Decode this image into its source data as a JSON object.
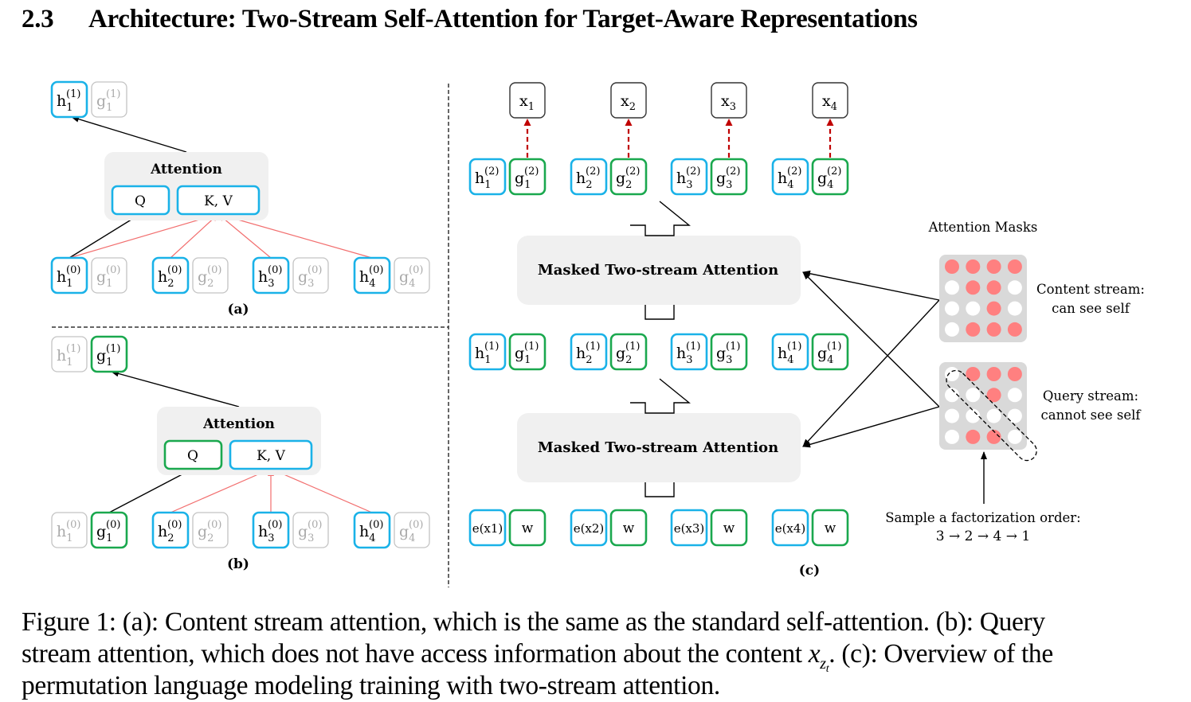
{
  "heading": {
    "number": "2.3",
    "title": "Architecture: Two-Stream Self-Attention for Target-Aware Representations"
  },
  "colors": {
    "content_stream": "#1ab2e8",
    "query_stream": "#1aa84e",
    "inactive": "#c4c4c4",
    "kv_edge": "#f26f6f",
    "target_edge": "#c00000",
    "mask_visible": "#ff8080",
    "mask_bg": "#d9d9d9",
    "block_bg": "#f0f0f0"
  },
  "panel_a": {
    "label": "(a)",
    "attention_title": "Attention",
    "q_label": "Q",
    "kv_label": "K, V",
    "output": [
      {
        "sym": "h",
        "sub": "1",
        "sup": "(1)",
        "state": "content"
      },
      {
        "sym": "g",
        "sub": "1",
        "sup": "(1)",
        "state": "inactive"
      }
    ],
    "inputs": [
      {
        "h": {
          "sym": "h",
          "sub": "1",
          "sup": "(0)",
          "state": "content"
        },
        "g": {
          "sym": "g",
          "sub": "1",
          "sup": "(0)",
          "state": "inactive"
        }
      },
      {
        "h": {
          "sym": "h",
          "sub": "2",
          "sup": "(0)",
          "state": "content"
        },
        "g": {
          "sym": "g",
          "sub": "2",
          "sup": "(0)",
          "state": "inactive"
        }
      },
      {
        "h": {
          "sym": "h",
          "sub": "3",
          "sup": "(0)",
          "state": "content"
        },
        "g": {
          "sym": "g",
          "sub": "3",
          "sup": "(0)",
          "state": "inactive"
        }
      },
      {
        "h": {
          "sym": "h",
          "sub": "4",
          "sup": "(0)",
          "state": "content"
        },
        "g": {
          "sym": "g",
          "sub": "4",
          "sup": "(0)",
          "state": "inactive"
        }
      }
    ]
  },
  "panel_b": {
    "label": "(b)",
    "attention_title": "Attention",
    "q_label": "Q",
    "kv_label": "K, V",
    "output": [
      {
        "sym": "h",
        "sub": "1",
        "sup": "(1)",
        "state": "inactive"
      },
      {
        "sym": "g",
        "sub": "1",
        "sup": "(1)",
        "state": "query"
      }
    ],
    "inputs": [
      {
        "h": {
          "sym": "h",
          "sub": "1",
          "sup": "(0)",
          "state": "inactive"
        },
        "g": {
          "sym": "g",
          "sub": "1",
          "sup": "(0)",
          "state": "query"
        }
      },
      {
        "h": {
          "sym": "h",
          "sub": "2",
          "sup": "(0)",
          "state": "content"
        },
        "g": {
          "sym": "g",
          "sub": "2",
          "sup": "(0)",
          "state": "inactive"
        }
      },
      {
        "h": {
          "sym": "h",
          "sub": "3",
          "sup": "(0)",
          "state": "content"
        },
        "g": {
          "sym": "g",
          "sub": "3",
          "sup": "(0)",
          "state": "inactive"
        }
      },
      {
        "h": {
          "sym": "h",
          "sub": "4",
          "sup": "(0)",
          "state": "content"
        },
        "g": {
          "sym": "g",
          "sub": "4",
          "sup": "(0)",
          "state": "inactive"
        }
      }
    ]
  },
  "panel_c": {
    "label": "(c)",
    "targets": [
      "x1",
      "x2",
      "x3",
      "x4"
    ],
    "layer2": [
      "1",
      "2",
      "3",
      "4"
    ],
    "layer2_sup": "(2)",
    "layer1_sup": "(1)",
    "block_label": "Masked Two-stream Attention",
    "embeddings": [
      {
        "e": "e(x1)",
        "w": "w"
      },
      {
        "e": "e(x2)",
        "w": "w"
      },
      {
        "e": "e(x3)",
        "w": "w"
      },
      {
        "e": "e(x4)",
        "w": "w"
      }
    ],
    "masks_title": "Attention Masks",
    "content_mask": {
      "label_line1": "Content stream:",
      "label_line2": "can see self",
      "grid": [
        [
          1,
          1,
          1,
          1
        ],
        [
          0,
          1,
          1,
          0
        ],
        [
          0,
          0,
          1,
          0
        ],
        [
          0,
          1,
          1,
          1
        ]
      ]
    },
    "query_mask": {
      "label_line1": "Query stream:",
      "label_line2": "cannot see self",
      "grid": [
        [
          0,
          1,
          1,
          1
        ],
        [
          0,
          0,
          1,
          0
        ],
        [
          0,
          0,
          0,
          0
        ],
        [
          0,
          1,
          1,
          0
        ]
      ]
    },
    "order_label": "Sample a factorization order:",
    "order": [
      "3",
      "2",
      "4",
      "1"
    ]
  },
  "caption": {
    "line1": "Figure 1: (a): Content stream attention, which is the same as the standard self-attention. (b): Query",
    "line2_pre": "stream attention, which does not have access information about the content ",
    "line2_math": "x",
    "line2_math_sub": "z",
    "line2_math_subsub": "t",
    "line2_post": ". (c): Overview of the",
    "line3": "permutation language modeling training with two-stream attention."
  }
}
